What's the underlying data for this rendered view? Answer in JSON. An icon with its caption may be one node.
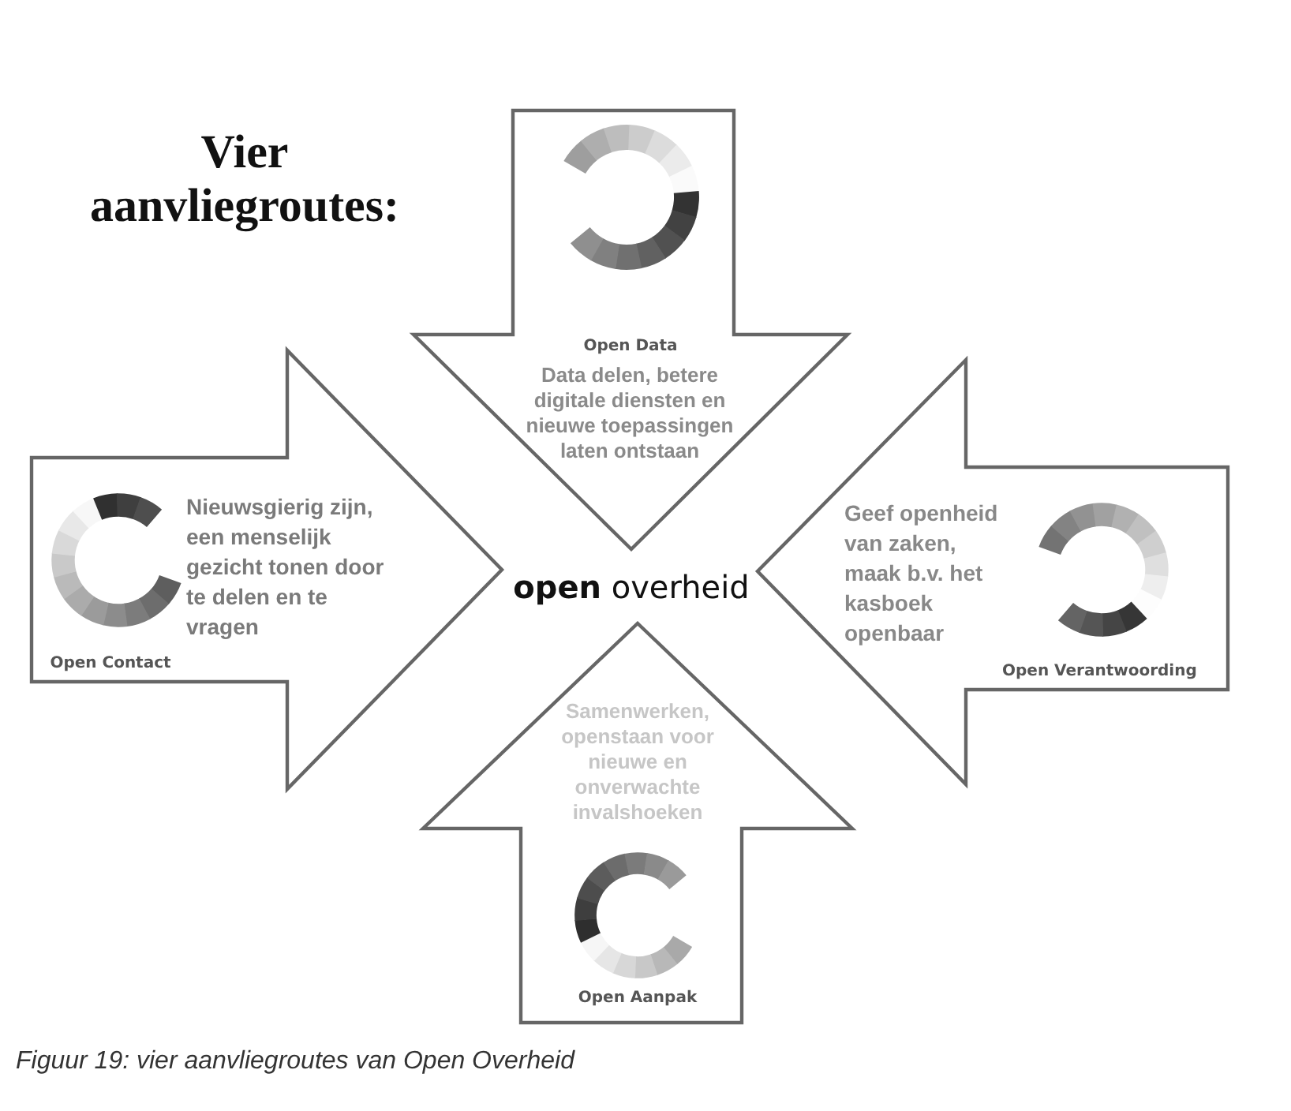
{
  "diagram": {
    "title": "Vier aanvliegroutes:",
    "caption": "Figuur 19: vier aanvliegroutes van Open Overheid",
    "nodes": [
      {
        "text": [
          "Open Data",
          "Data delen, betere digitale diensten en nieuwe toepassingen laten ontstaan"
        ]
      },
      {
        "text": [
          "Nieuwsgierig zijn, een menselijk gezicht tonen door te delen en te vragen",
          "Open Contact"
        ]
      },
      {
        "text": [
          "**open** overheid"
        ]
      },
      {
        "text": [
          "Geef openheid van zaken, maak b.v. het kasboek openbaar",
          "Open Verantwoording"
        ]
      },
      {
        "text": [
          "Samenwerken, openstaan voor nieuwe en onverwachte invalshoeken",
          "Open Aanpak"
        ]
      }
    ],
    "edges": []
  }
}
